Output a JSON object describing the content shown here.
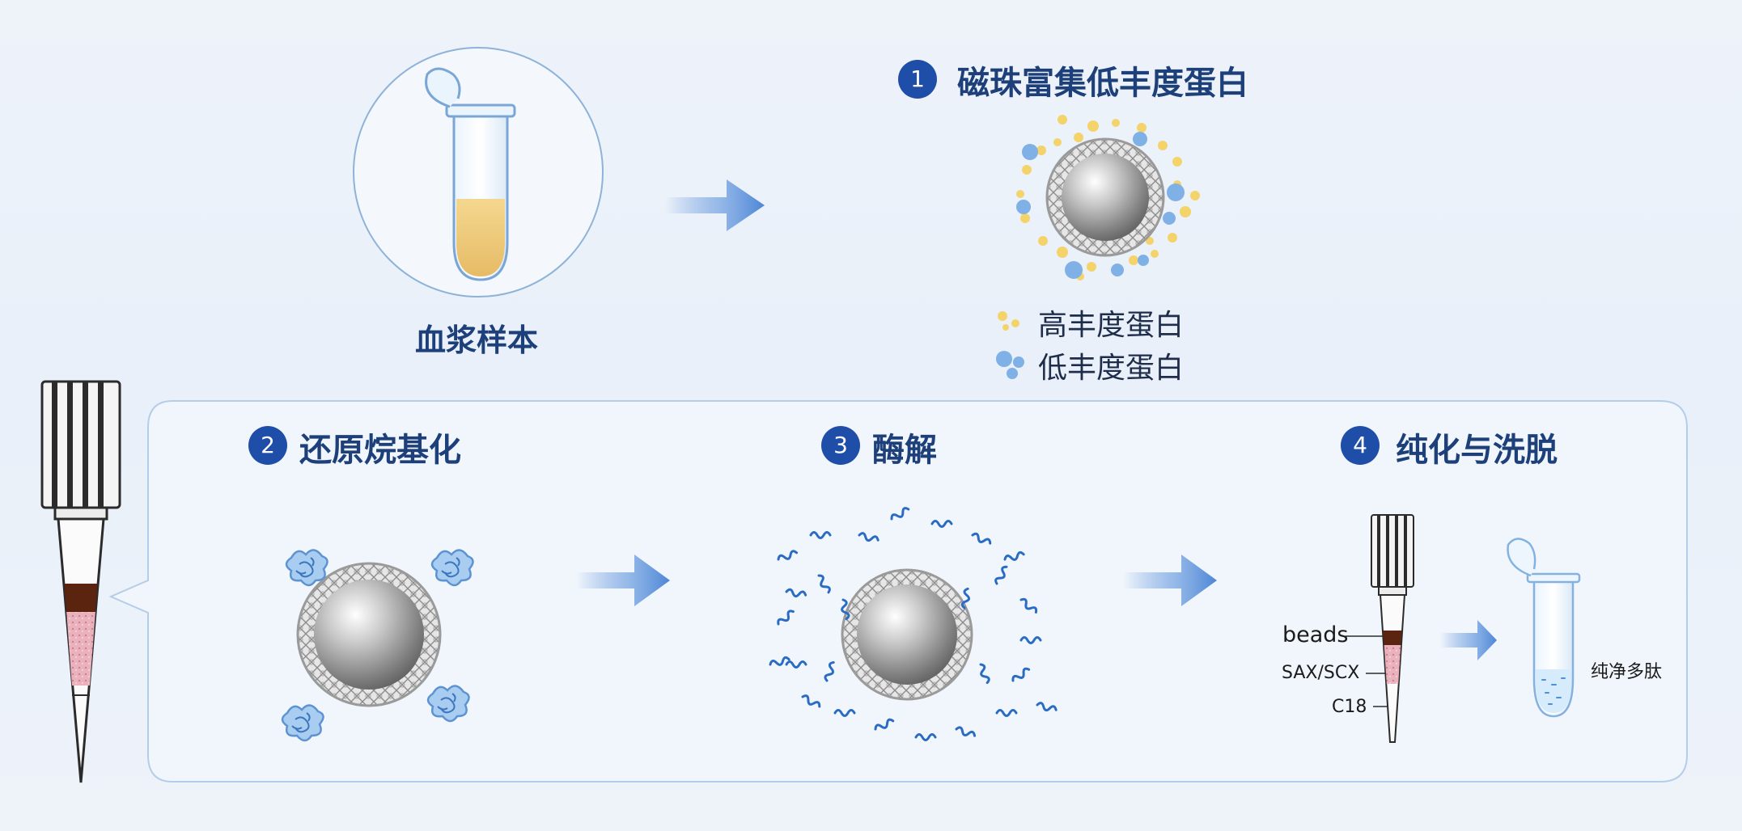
{
  "sample": {
    "label": "血浆样本"
  },
  "steps": [
    {
      "number": "1",
      "title": "磁珠富集低丰度蛋白"
    },
    {
      "number": "2",
      "title": "还原烷基化"
    },
    {
      "number": "3",
      "title": "酶解"
    },
    {
      "number": "4",
      "title": "纯化与洗脱"
    }
  ],
  "legend": {
    "high_abundance": "高丰度蛋白",
    "low_abundance": "低丰度蛋白"
  },
  "tip_layers": {
    "beads": "beads",
    "sax_scx": "SAX/SCX",
    "c18": "C18"
  },
  "product": {
    "label": "纯净多肽"
  },
  "colors": {
    "title_text": "#1d3f7a",
    "step_badge": "#1f4ea8",
    "high_abundance_dot": "#f3d36a",
    "low_abundance_dot": "#7fb0e6",
    "peptide": "#2a6cc4",
    "plasma": "#efc978",
    "beads_layer": "#5a240f",
    "sax_scx_layer": "#e9a9b6",
    "arrow": "#4d86d6"
  }
}
